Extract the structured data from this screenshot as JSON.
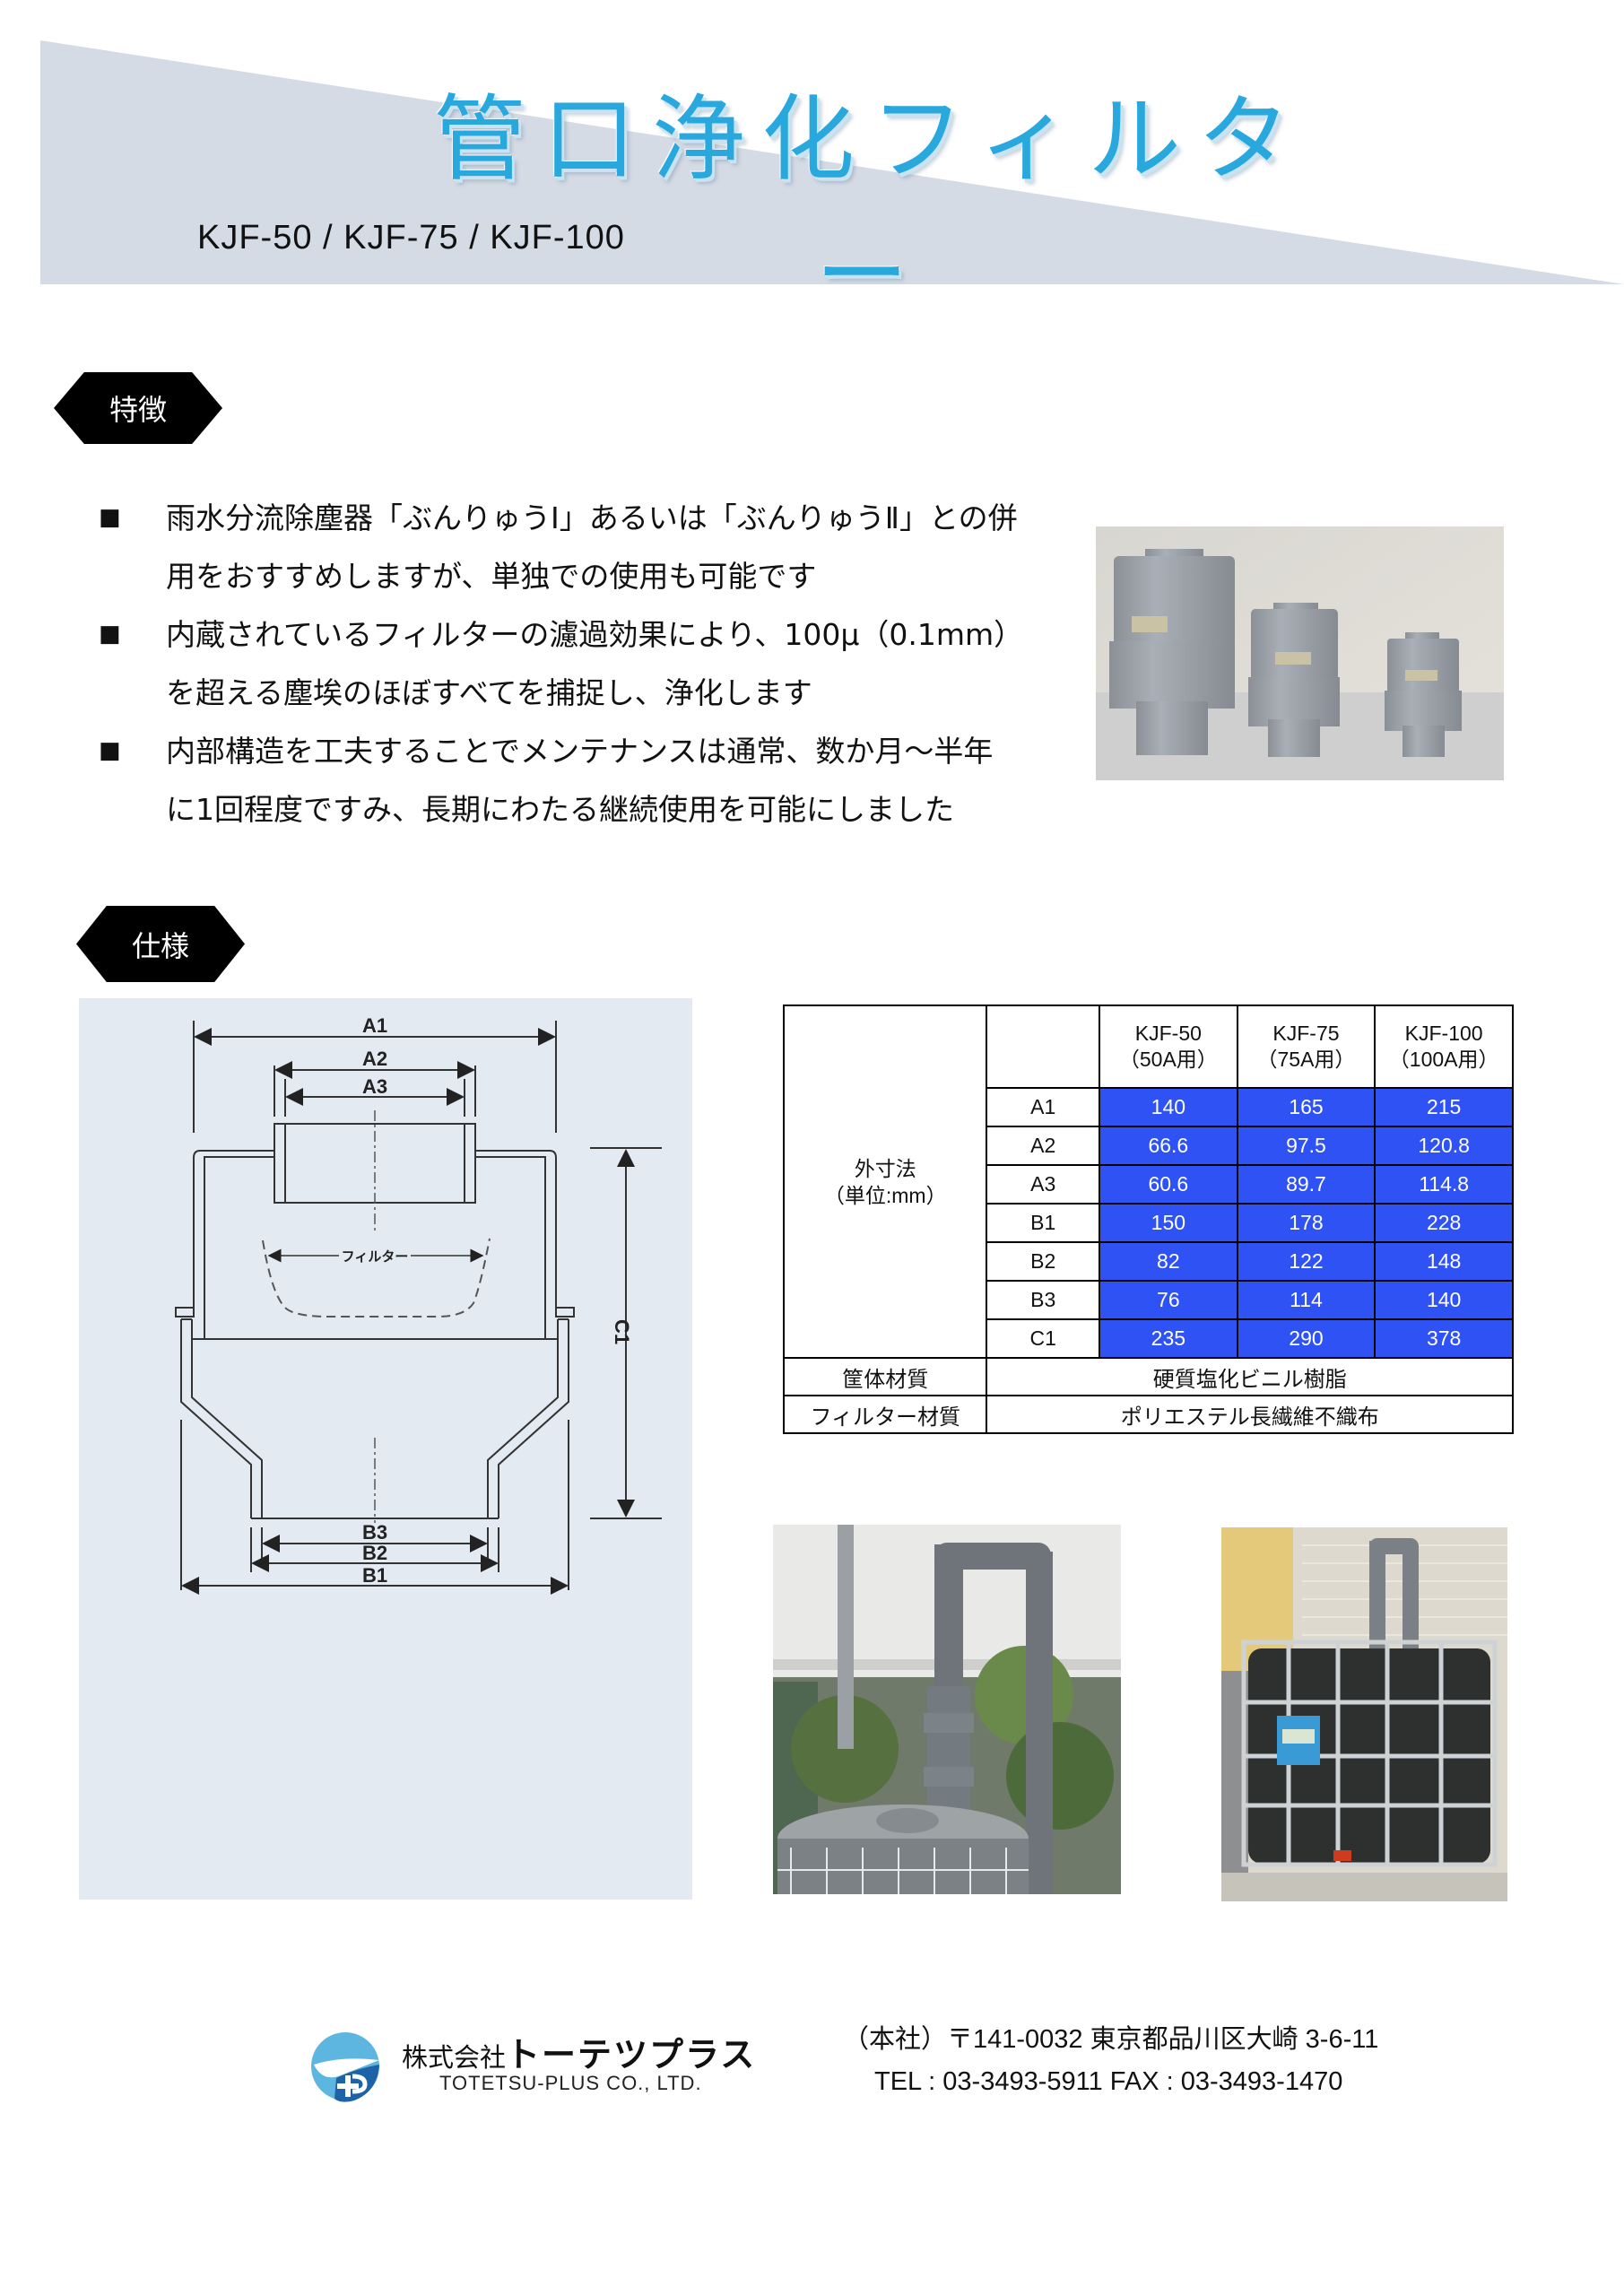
{
  "header": {
    "title": "管口浄化フィルター",
    "subtitle": "KJF-50 / KJF-75 / KJF-100",
    "colors": {
      "title": "#29a8de",
      "band": "#d5dbe5"
    }
  },
  "features": {
    "badge": "特徴",
    "bullet_icon": "■",
    "items": [
      {
        "line1": "雨水分流除塵器「ぶんりゅうⅠ」あるいは「ぶんりゅうⅡ」との併",
        "line2": "用をおすすめしますが、単独での使用も可能です"
      },
      {
        "line1": "内蔵されているフィルターの濾過効果により、100μ（0.1mm）",
        "line2": "を超える塵埃のほぼすべてを捕捉し、浄化します"
      },
      {
        "line1": "内部構造を工夫することでメンテナンスは通常、数か月～半年",
        "line2": "に1回程度ですみ、長期にわたる継続使用を可能にしました"
      }
    ]
  },
  "spec": {
    "badge": "仕様",
    "diagram": {
      "labels": {
        "a1": "A1",
        "a2": "A2",
        "a3": "A3",
        "b1": "B1",
        "b2": "B2",
        "b3": "B3",
        "c1": "C1",
        "filter": "フィルター"
      }
    },
    "table": {
      "group_label_1": "外寸法",
      "group_label_2": "（単位:mm）",
      "models": [
        {
          "name": "KJF-50",
          "sub": "（50A用）"
        },
        {
          "name": "KJF-75",
          "sub": "（75A用）"
        },
        {
          "name": "KJF-100",
          "sub": "（100A用）"
        }
      ],
      "rows": [
        {
          "dim": "A1",
          "values": [
            "140",
            "165",
            "215"
          ]
        },
        {
          "dim": "A2",
          "values": [
            "66.6",
            "97.5",
            "120.8"
          ]
        },
        {
          "dim": "A3",
          "values": [
            "60.6",
            "89.7",
            "114.8"
          ]
        },
        {
          "dim": "B1",
          "values": [
            "150",
            "178",
            "228"
          ]
        },
        {
          "dim": "B2",
          "values": [
            "82",
            "122",
            "148"
          ]
        },
        {
          "dim": "B3",
          "values": [
            "76",
            "114",
            "140"
          ]
        },
        {
          "dim": "C1",
          "values": [
            "235",
            "290",
            "378"
          ]
        }
      ],
      "materials": [
        {
          "label": "筐体材質",
          "value": "硬質塩化ビニル樹脂"
        },
        {
          "label": "フィルター材質",
          "value": "ポリエステル長繊維不織布"
        }
      ],
      "value_color": "#2f52f4"
    }
  },
  "footer": {
    "company_prefix": "株式会社",
    "company_name": "トーテツプラス",
    "company_en": "TOTETSU-PLUS CO., LTD.",
    "address": "（本社）〒141-0032 東京都品川区大崎 3-6-11",
    "contact": "TEL : 03-3493-5911 FAX : 03-3493-1470"
  }
}
